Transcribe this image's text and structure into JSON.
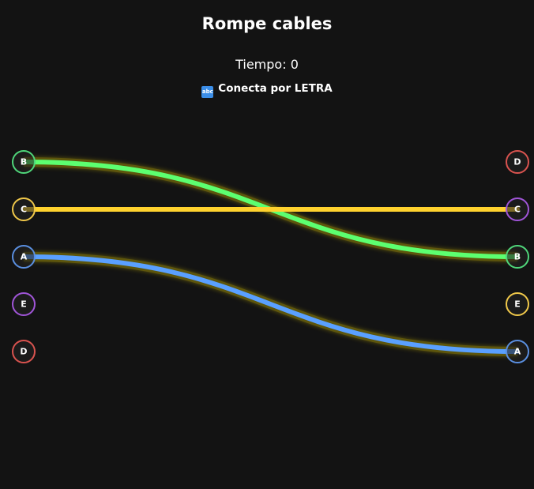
{
  "title": "Rompe cables",
  "timer_label": "Tiempo: 0",
  "mode": {
    "icon": "abc-icon",
    "icon_text": "abc",
    "label": "Conecta por LETRA"
  },
  "colors": {
    "green": "#4fd67a",
    "yellow": "#f0c84a",
    "blue": "#5a8fe0",
    "purple": "#a055d8",
    "red": "#d9534f",
    "glow": "#e8d000"
  },
  "left_nodes": [
    {
      "letter": "B",
      "color": "green"
    },
    {
      "letter": "C",
      "color": "yellow"
    },
    {
      "letter": "A",
      "color": "blue"
    },
    {
      "letter": "E",
      "color": "purple"
    },
    {
      "letter": "D",
      "color": "red"
    }
  ],
  "right_nodes": [
    {
      "letter": "D",
      "color": "red"
    },
    {
      "letter": "C",
      "color": "purple"
    },
    {
      "letter": "B",
      "color": "green"
    },
    {
      "letter": "E",
      "color": "yellow"
    },
    {
      "letter": "A",
      "color": "blue"
    }
  ],
  "wires": [
    {
      "from": 0,
      "to": 2,
      "color": "#5cff70"
    },
    {
      "from": 1,
      "to": 1,
      "color": "#ffd22e"
    },
    {
      "from": 2,
      "to": 4,
      "color": "#5aa0ff"
    }
  ]
}
